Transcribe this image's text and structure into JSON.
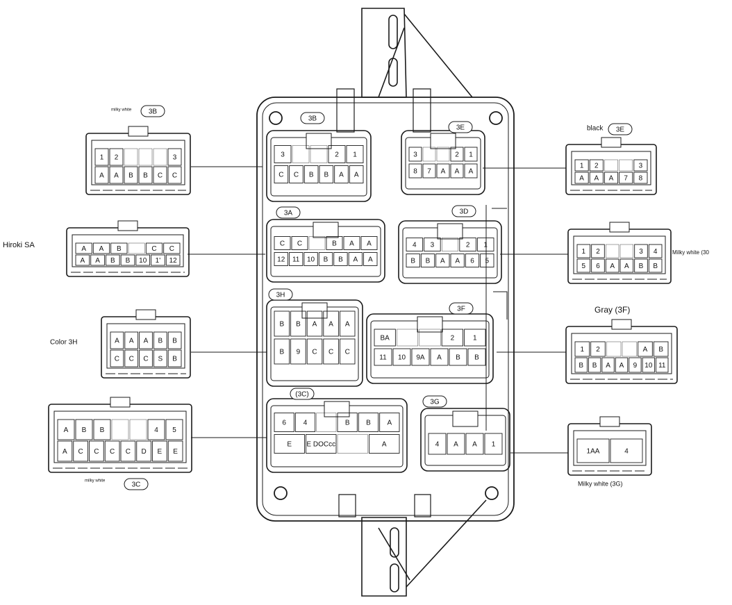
{
  "colors": {
    "line": "#1a1a1a",
    "paper": "#ffffff"
  },
  "block": {
    "slots": [
      {
        "tag": "3B",
        "top": [
          "3",
          "",
          "",
          "2",
          "1"
        ],
        "bottom": [
          "C",
          "C",
          "B",
          "B",
          "A",
          "A"
        ]
      },
      {
        "tag": "3E",
        "top": [
          "3",
          "",
          "",
          "2",
          "1"
        ],
        "bottom": [
          "8",
          "7",
          "A",
          "A",
          "A"
        ]
      },
      {
        "tag": "3A",
        "top": [
          "C",
          "C",
          "",
          "B",
          "A",
          "A"
        ],
        "bottom": [
          "12",
          "11",
          "10",
          "B",
          "B",
          "A",
          "A"
        ]
      },
      {
        "tag": "3D",
        "top": [
          "4",
          "3",
          "",
          "2",
          "1"
        ],
        "bottom": [
          "B",
          "B",
          "A",
          "A",
          "6",
          "5"
        ]
      },
      {
        "tag": "3H",
        "top": [
          "B",
          "B",
          "A",
          "A",
          "A"
        ],
        "bottom": [
          "B",
          "9",
          "C",
          "C",
          "C"
        ]
      },
      {
        "tag": "3F",
        "top": [
          "BA",
          "",
          "",
          "2",
          "1"
        ],
        "bottom": [
          "11",
          "10",
          "9A",
          "A",
          "B",
          "B"
        ]
      },
      {
        "tag": "(3C)",
        "top": [
          "6",
          "4",
          "",
          "B",
          "B",
          "A"
        ],
        "bottom": [
          "E",
          "E DOCcc",
          "",
          "A"
        ]
      },
      {
        "tag": "3G",
        "top": [
          "4",
          "A",
          "A",
          "1"
        ],
        "bottom": []
      }
    ]
  },
  "plugs": [
    {
      "label": "milky white",
      "tag": "3B",
      "rows": [
        [
          "1",
          "2",
          "",
          "",
          "",
          "3"
        ],
        [
          "A",
          "A",
          "B",
          "B",
          "C",
          "C"
        ]
      ]
    },
    {
      "label": "Hiroki SA",
      "tag": "",
      "rows": [
        [
          "A",
          "A",
          "B",
          "",
          "C",
          "C"
        ],
        [
          "A",
          "A",
          "B",
          "B",
          "10",
          "1'",
          "12"
        ]
      ]
    },
    {
      "label": "Color 3H",
      "tag": "",
      "rows": [
        [
          "A",
          "A",
          "A",
          "B",
          "B"
        ],
        [
          "C",
          "C",
          "C",
          "S",
          "B"
        ]
      ]
    },
    {
      "label": "milky white",
      "tag": "3C",
      "rows": [
        [
          "A",
          "B",
          "B",
          "",
          "",
          "4",
          "5"
        ],
        [
          "A",
          "C",
          "C",
          "C",
          "C",
          "D",
          "E",
          "E"
        ]
      ]
    },
    {
      "label": "black",
      "tag": "3E",
      "rows": [
        [
          "1",
          "2",
          "",
          "",
          "3"
        ],
        [
          "A",
          "A",
          "A",
          "7",
          "8"
        ]
      ]
    },
    {
      "label": "Milky white (30",
      "tag": "",
      "rows": [
        [
          "1",
          "2",
          "",
          "",
          "3",
          "4"
        ],
        [
          "5",
          "6",
          "A",
          "A",
          "B",
          "B"
        ]
      ]
    },
    {
      "label": "Gray (3F)",
      "tag": "",
      "rows": [
        [
          "1",
          "2",
          "",
          "",
          "A",
          "B"
        ],
        [
          "B",
          "B",
          "A",
          "A",
          "9",
          "10",
          "11"
        ]
      ]
    },
    {
      "label": "Milky white (3G)",
      "tag": "",
      "rows": [
        [
          "1AA",
          "4"
        ]
      ]
    }
  ]
}
